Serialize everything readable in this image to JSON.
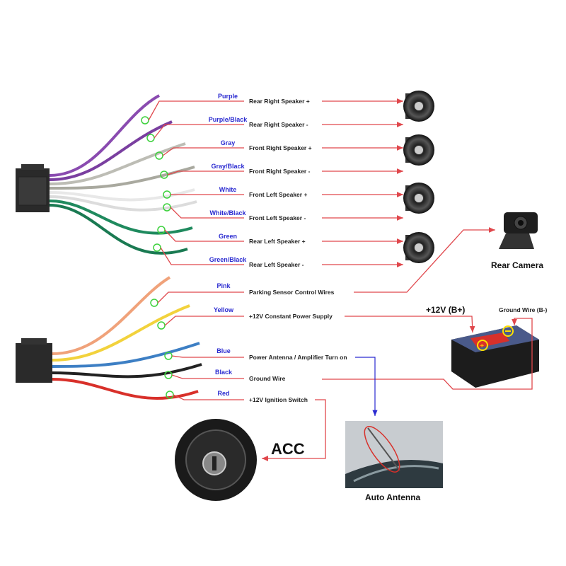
{
  "speaker_wires": [
    {
      "color_label": "Purple",
      "function": "Rear Right Speaker +",
      "wire_color": "#8a4bb0"
    },
    {
      "color_label": "Purple/Black",
      "function": "Rear Right Speaker -",
      "wire_color": "#7a3fa0"
    },
    {
      "color_label": "Gray",
      "function": "Front Right Speaker +",
      "wire_color": "#bdbdb5"
    },
    {
      "color_label": "Gray/Black",
      "function": "Front Right Speaker -",
      "wire_color": "#a9a99f"
    },
    {
      "color_label": "White",
      "function": "Front Left Speaker +",
      "wire_color": "#e8e8e8"
    },
    {
      "color_label": "White/Black",
      "function": "Front Left Speaker -",
      "wire_color": "#dcdcdc"
    },
    {
      "color_label": "Green",
      "function": "Rear Left Speaker +",
      "wire_color": "#1f8a5e"
    },
    {
      "color_label": "Green/Black",
      "function": "Rear Left Speaker -",
      "wire_color": "#1a7a52"
    }
  ],
  "power_wires": [
    {
      "color_label": "Pink",
      "function": "Parking Sensor Control Wires",
      "wire_color": "#f0a27a"
    },
    {
      "color_label": "Yellow",
      "function": "+12V Constant Power Supply",
      "wire_color": "#f2d23c"
    },
    {
      "color_label": "Blue",
      "function": "Power Antenna / Amplifier Turn on",
      "wire_color": "#3d7fc4"
    },
    {
      "color_label": "Black",
      "function": "Ground Wire",
      "wire_color": "#222222"
    },
    {
      "color_label": "Red",
      "function": "+12V  Ignition Switch",
      "wire_color": "#d8302a"
    }
  ],
  "devices": {
    "rear_camera": "Rear Camera",
    "battery_positive": "+12V  (B+)",
    "battery_negative": "Ground Wire (B-)",
    "acc": "ACC",
    "antenna": "Auto Antenna"
  },
  "colors": {
    "connector_line": "#e0474c",
    "label_text": "#2a2ad0",
    "antenna_line": "#2a2ad0",
    "marker_circle": "#3cd13c"
  }
}
